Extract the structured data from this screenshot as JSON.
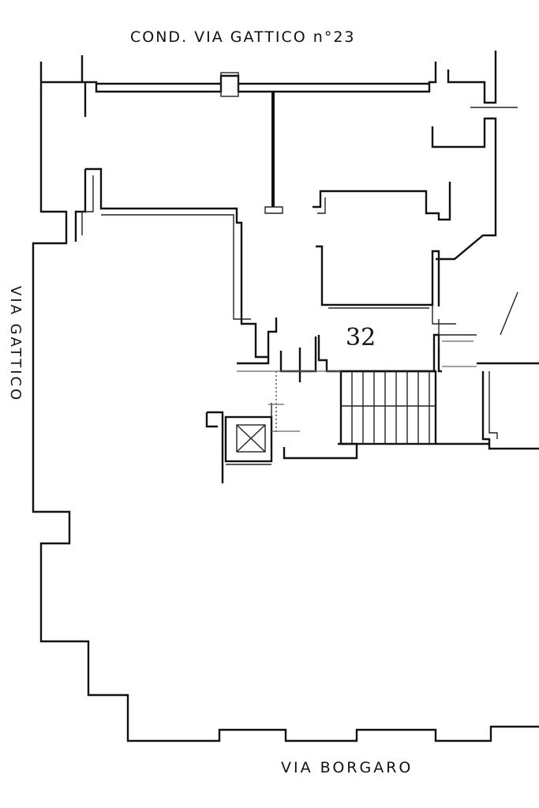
{
  "labels": {
    "top": "COND. VIA GATTICO  n°23",
    "left": "VIA GATTICO",
    "bottom": "VIA BORGARO",
    "unit": "32"
  }
}
